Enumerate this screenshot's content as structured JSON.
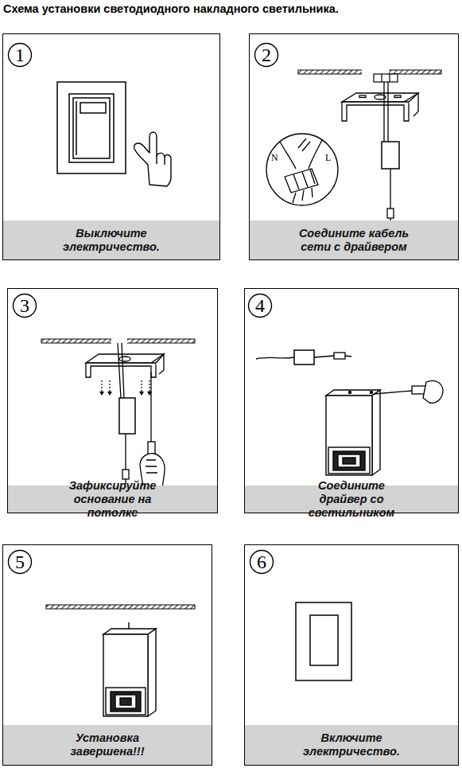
{
  "diagram": {
    "title": "Схема установки светодиодного накладного светильника.",
    "nodes": [
      {
        "text": [
          "Выключите электричество."
        ]
      },
      {
        "text": [
          "1"
        ],
        "in": 0
      },
      {
        "text": [
          "Соедините кабель сети с драйвером"
        ]
      },
      {
        "text": [
          "2"
        ],
        "in": 2
      },
      {
        "text": [
          "Зафиксируйте основание на потолке"
        ]
      },
      {
        "text": [
          "3"
        ],
        "in": 4
      },
      {
        "text": [
          "Соедините драйвер со светильником"
        ]
      },
      {
        "text": [
          "4"
        ],
        "in": 6
      },
      {
        "text": [
          "Установка завершена!!!"
        ]
      },
      {
        "text": [
          "5"
        ],
        "in": 8
      },
      {
        "text": [
          "Включите электричество."
        ]
      },
      {
        "text": [
          "6"
        ],
        "in": 10
      }
    ],
    "labels": [
      "N",
      "L"
    ]
  }
}
